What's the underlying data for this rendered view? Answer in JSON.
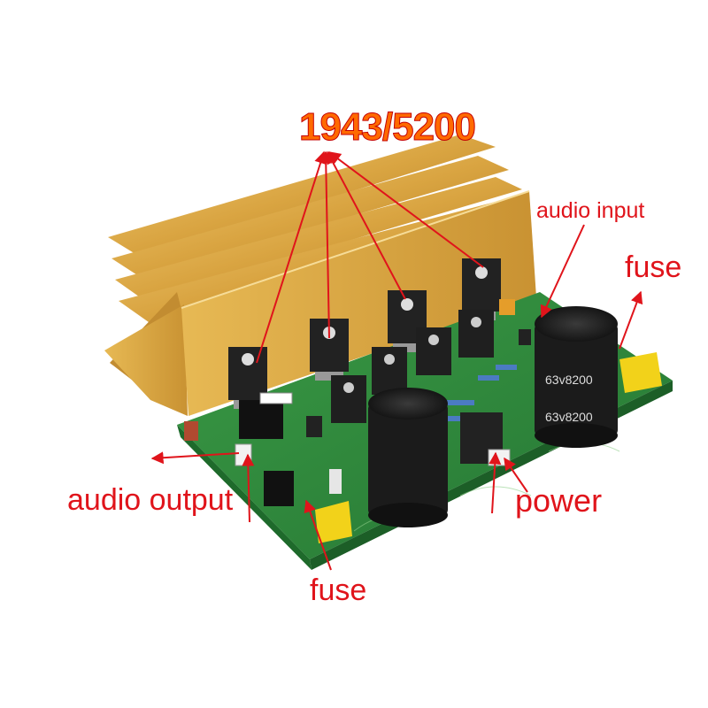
{
  "image": {
    "subject": "audio amplifier board",
    "colors": {
      "pcb": "#2e8a3a",
      "heatsink": "#d9a441",
      "annotation": "#e0141b",
      "title": "#ff6a00"
    }
  },
  "labels": {
    "transistors": "1943/5200",
    "audio_input": "audio input",
    "fuse_right": "fuse",
    "audio_output": "audio output",
    "power": "power",
    "fuse_bottom": "fuse"
  },
  "capacitor_markings": [
    "63v8200",
    "63v8200"
  ]
}
